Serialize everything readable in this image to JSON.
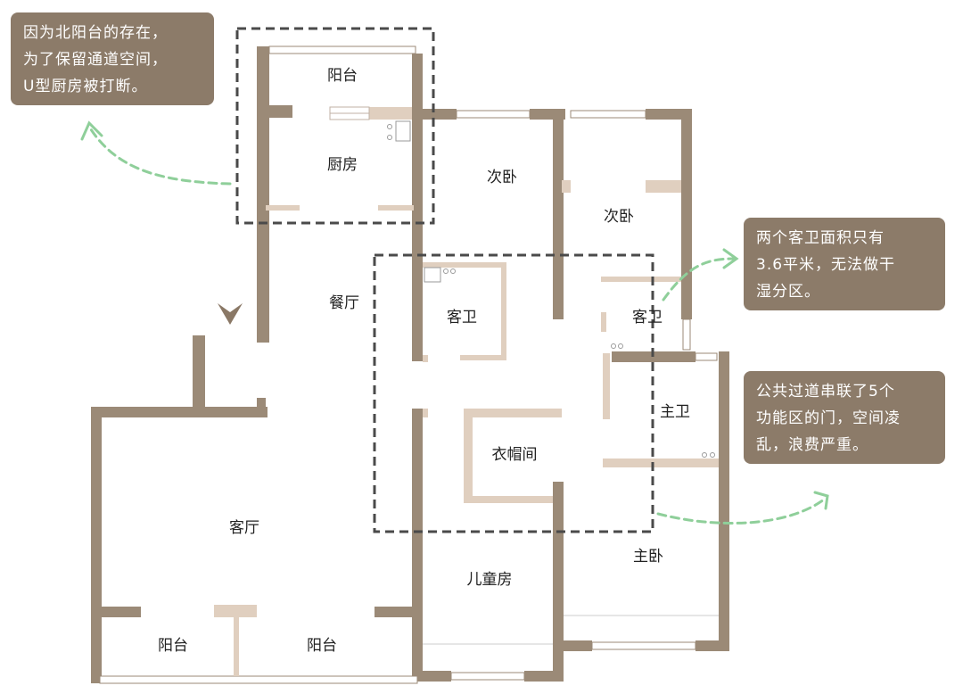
{
  "rooms": {
    "balcony_north": "阳台",
    "kitchen": "厨房",
    "second_bedroom_1": "次卧",
    "second_bedroom_2": "次卧",
    "dining": "餐厅",
    "guest_bath_1": "客卫",
    "guest_bath_2": "客卫",
    "master_bath": "主卫",
    "cloakroom": "衣帽间",
    "living": "客厅",
    "master_bedroom": "主卧",
    "kids_room": "儿童房",
    "balcony_sw": "阳台",
    "balcony_s": "阳台"
  },
  "notes": {
    "kitchen": [
      "因为北阳台的存在，",
      "为了保留通道空间，",
      "U型厨房被打断。"
    ],
    "bathrooms": [
      "两个客卫面积只有",
      "3.6平米，无法做干",
      "湿分区。"
    ],
    "corridor": [
      "公共过道串联了5个",
      "功能区的门，空间凌",
      "乱，浪费严重。"
    ]
  },
  "colors": {
    "wall": "#9b8a77",
    "fixture": "#e0cfbf",
    "note_bg": "#8c7b69",
    "arrow": "#8fcf9a",
    "dash": "#4a4a4a"
  }
}
